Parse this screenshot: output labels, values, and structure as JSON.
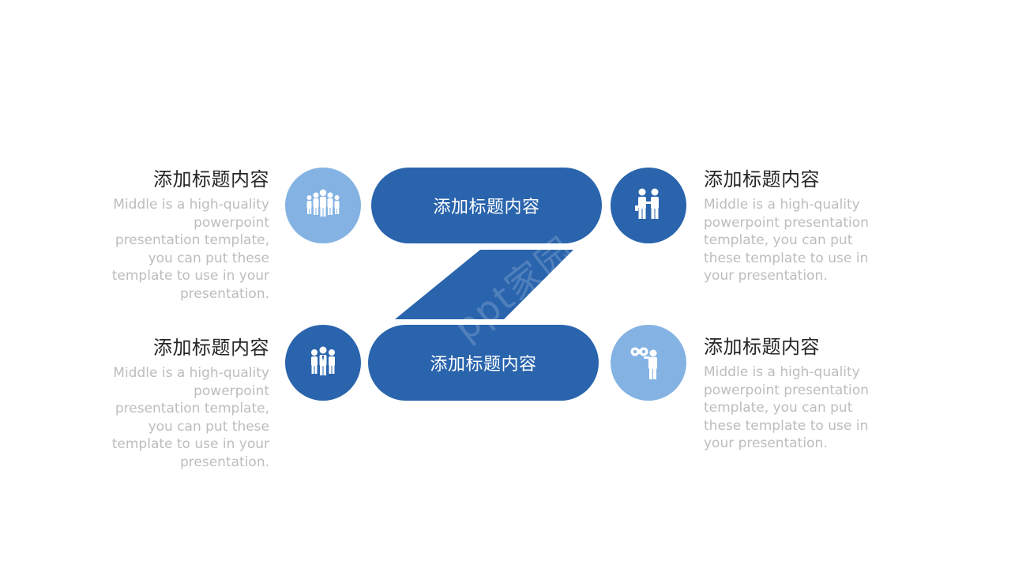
{
  "colors": {
    "dark_blue": "#2A64AD",
    "light_blue": "#84B3E3",
    "title_text": "#262626",
    "desc_text": "#BDBDBD"
  },
  "center": {
    "top_label": "添加标题内容",
    "bottom_label": "添加标题内容"
  },
  "items": [
    {
      "title": "添加标题内容",
      "desc": [
        "Middle is a high-quality",
        "powerpoint",
        "presentation template,",
        "you can  put these",
        "template to use in your",
        "presentation."
      ],
      "icon": "team-group-icon",
      "circle_color": "light_blue"
    },
    {
      "title": "添加标题内容",
      "desc": [
        "Middle is a high-quality",
        "powerpoint",
        "presentation template,",
        "you can  put these",
        "template to use in your",
        "presentation."
      ],
      "icon": "business-team-icon",
      "circle_color": "dark_blue"
    },
    {
      "title": "添加标题内容",
      "desc": [
        "Middle is a high-quality",
        "powerpoint presentation",
        "template,  you can  put",
        "these template to use in",
        "your presentation."
      ],
      "icon": "handshake-people-icon",
      "circle_color": "dark_blue"
    },
    {
      "title": "添加标题内容",
      "desc": [
        "Middle is a high-quality",
        "powerpoint presentation",
        "template,  you can  put",
        "these template to use in",
        "your presentation."
      ],
      "icon": "binoculars-person-icon",
      "circle_color": "light_blue"
    }
  ],
  "watermark": "ppt家园"
}
